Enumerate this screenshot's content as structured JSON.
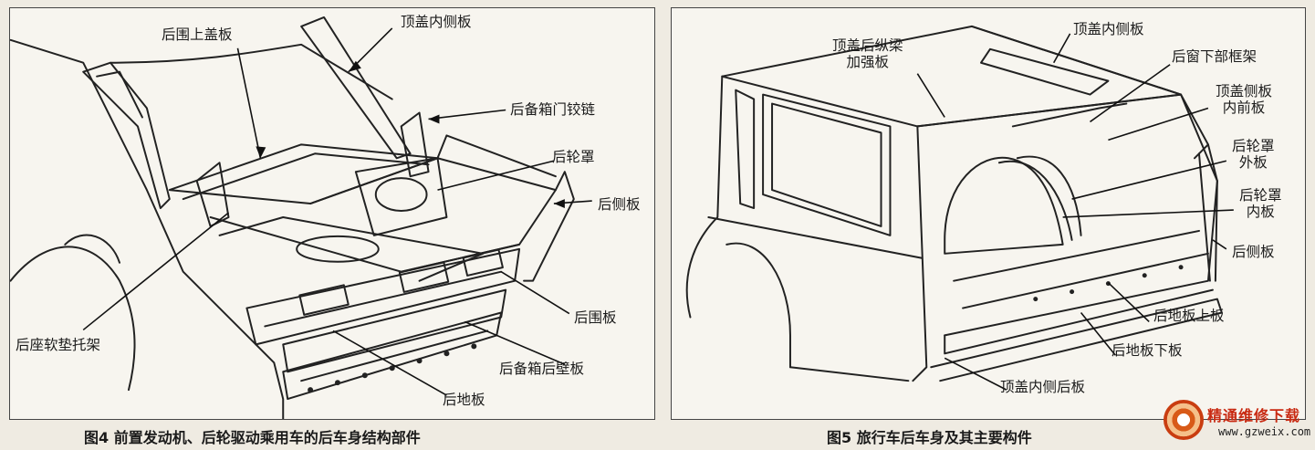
{
  "figure_left": {
    "caption": "图4 前置发动机、后轮驱动乘用车的后车身结构部件",
    "labels": {
      "rear_upper_cover": "后围上盖板",
      "roof_inner_side": "顶盖内侧板",
      "trunk_hinge": "后备箱门铰链",
      "rear_wheelhouse": "后轮罩",
      "rear_side_panel": "后侧板",
      "rear_panel": "后围板",
      "trunk_back_wall": "后备箱后壁板",
      "rear_floor": "后地板",
      "rear_seat_bracket": "后座软垫托架"
    }
  },
  "figure_right": {
    "caption": "图5 旅行车后车身及其主要构件",
    "labels": {
      "roof_inner_side": "顶盖内侧板",
      "roof_rear_rail_reinf": [
        "顶盖后纵梁",
        "加强板"
      ],
      "rear_window_lower_frame": "后窗下部框架",
      "roof_side_inner_front": [
        "顶盖侧板",
        "内前板"
      ],
      "rear_wheelhouse_outer": [
        "后轮罩",
        "外板"
      ],
      "rear_wheelhouse_inner": [
        "后轮罩",
        "内板"
      ],
      "rear_side_panel": "后侧板",
      "rear_floor_upper": "后地板上板",
      "rear_floor_lower": "后地板下板",
      "roof_inner_rear": "顶盖内侧后板"
    }
  },
  "watermark": {
    "title": "精通维修下载",
    "url": "www.gzweix.com"
  }
}
